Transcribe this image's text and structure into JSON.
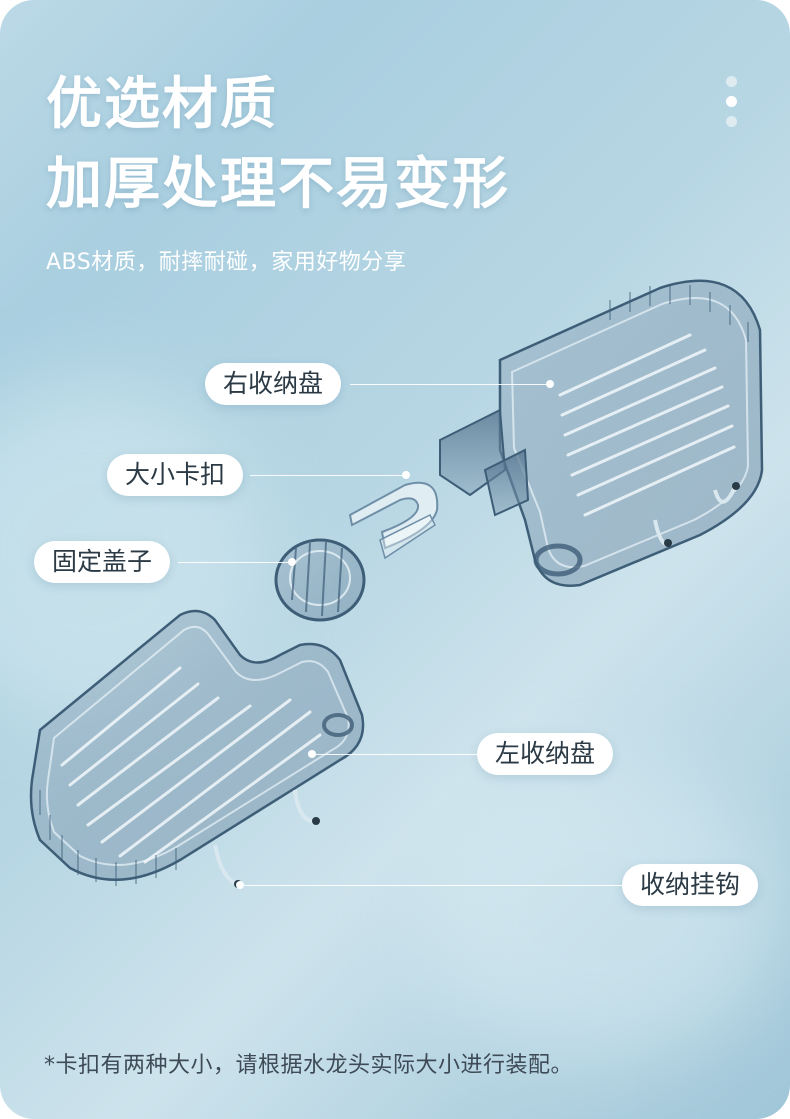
{
  "header": {
    "title_line1": "优选材质",
    "title_line2": "加厚处理不易变形",
    "subtitle": "ABS材质，耐摔耐碰，家用好物分享"
  },
  "pager": {
    "count": 3,
    "active_index": 1
  },
  "parts": {
    "right_tray": "右收纳盘",
    "clip": "大小卡扣",
    "cap": "固定盖子",
    "left_tray": "左收纳盘",
    "hooks": "收纳挂钩"
  },
  "footnote": "*卡扣有两种大小，请根据水龙头实际大小进行装配。",
  "colors": {
    "tray_tint": "#6f8fa8",
    "label_bg": "#ffffff",
    "label_text": "#2b3a45"
  }
}
